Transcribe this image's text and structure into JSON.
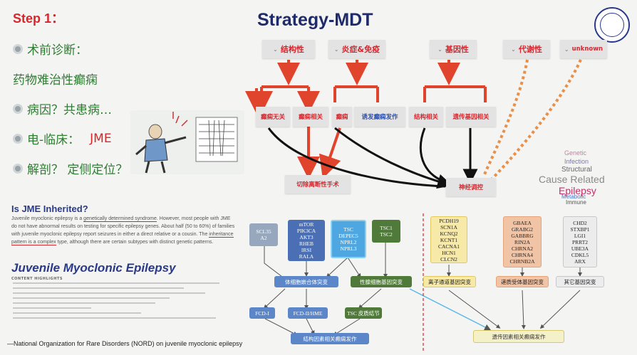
{
  "left": {
    "step_title": "Step 1：",
    "bullets": [
      {
        "text": "术前诊断："
      },
      {
        "text": "药物难治性癫痫"
      },
      {
        "text": "病因？共患病…"
      },
      {
        "text_prefix": "电-临床：",
        "text_value": "JME"
      },
      {
        "text": "解剖？ 定侧定位？"
      }
    ],
    "nord": {
      "question": "Is JME Inherited?",
      "body_1": "Juvenile myoclonic epilepsy is a ",
      "body_hl_1": "genetically determined syndrome",
      "body_2": ". However, most people with JME do not have abnormal results on testing for specific epilepsy genes. About half (50 to 60%) of families with juvenile myoclonic epilepsy report seizures in either a direct relative or a cousin. The ",
      "body_hl_2": "inheritance pattern is a complex",
      "body_3": " type, although there are certain subtypes with distinct genetic patterns.",
      "jme_title": "Juvenile Myoclonic Epilepsy",
      "highlights_header": "CONTENT HIGHLIGHTS"
    },
    "footnote": "—National Organization for Rare Disorders (NORD) on juvenile myoclonic epilepsy"
  },
  "right": {
    "title": "Strategy-MDT",
    "top_categories": [
      "结构性",
      "炎症&免疫",
      "基因性",
      "代谢性",
      "unknown"
    ],
    "mid_nodes": [
      "癫痫无关",
      "癫痫相关",
      "癫痫",
      "诱发癫痫发作",
      "结构相关",
      "遗传基因相关"
    ],
    "targets": [
      "切除离断性手术",
      "神经调控"
    ],
    "word_cloud": [
      "Genetic",
      "Infection",
      "Structural",
      "Cause Related",
      "Epilepsy",
      "Metabolic",
      "Immune"
    ]
  },
  "panel": {
    "grey_box": "SCL35\nA2",
    "mtor_box": "mTOR\nPIK3CA\nAKT3\nRHEB\nIRSI\nRALA",
    "tsc_box": "TSC\nDEPEC5\nNPRL2\nNPRL3",
    "tsc12_box": "TSC1\nTSC2",
    "somatic": "体细胞嵌合体突变",
    "germline": "性腺细胞基因突变",
    "fcd1": "FCD-I",
    "fcd2": "FCD-II/HME",
    "tsc_sclerosis": "TSC 皮质结节",
    "structural_epi": "结构因素相关癫痫发作",
    "ion_genes": "PCDH19\nSCN1A\nKCNQ2\nKCNT1\nCACNA1\nHCN1\nCLCN2",
    "ion_label": "离子通道基因突变",
    "nt_genes": "GBAEA\nGRABG2\nGABBRG\nRIN2A\nCHRNA2\nCHRNA4\nCHRNB2A",
    "nt_label": "递质受体基因突变",
    "other_genes": "CHD2\nSTXBP1\nLGI1\nPRRT2\nUBE3A\nCDKL5\nARX",
    "other_label": "其它基因突变",
    "genetic_epi": "遗传因素相关癫痫发作"
  },
  "colors": {
    "title_navy": "#1f2a6b",
    "accent_red": "#d6272e",
    "bullet_green": "#2e7d32",
    "arrow_orange": "#e07b2a"
  }
}
